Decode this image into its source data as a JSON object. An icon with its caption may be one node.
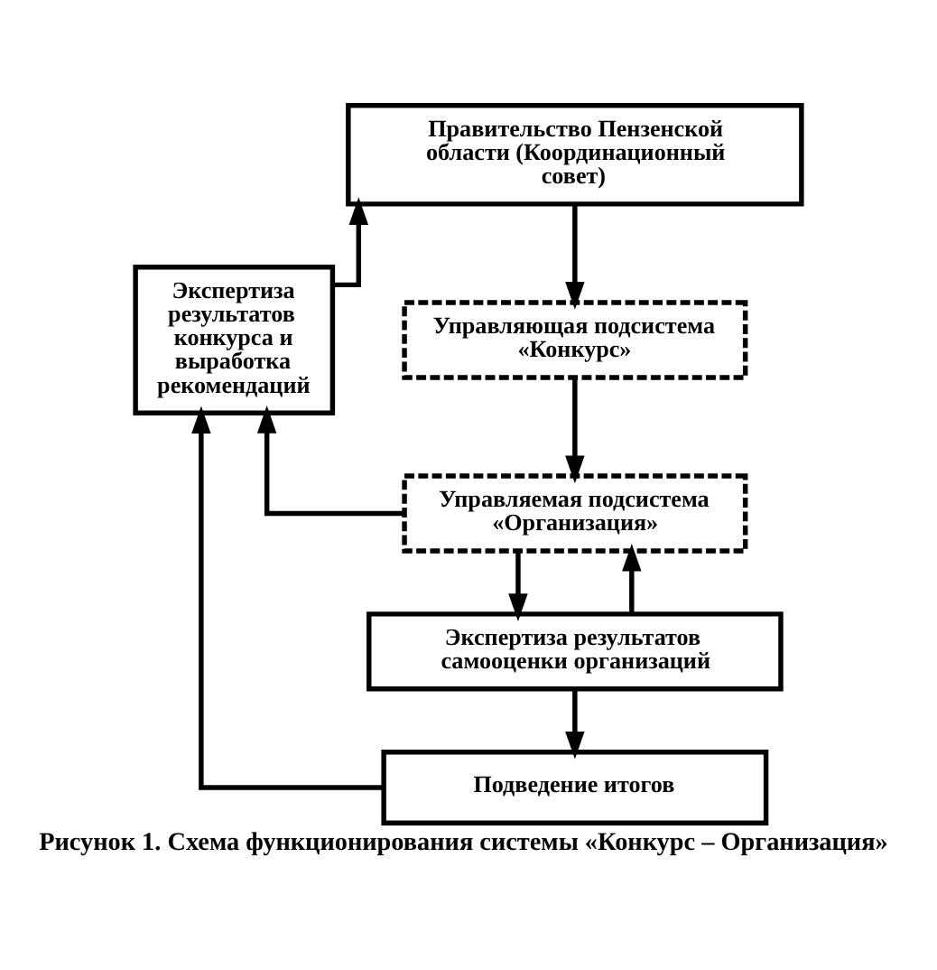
{
  "diagram": {
    "caption": "Рисунок 1. Схема функционирования системы «Конкурс – Организация»",
    "nodes": [
      {
        "text": [
          "Правительство Пензенской области (Координационный совет)"
        ]
      },
      {
        "text": [
          "Управляющая подсистема «Конкурс»"
        ]
      },
      {
        "text": [
          "Управляемая подсистема «Организация»"
        ]
      },
      {
        "text": [
          "Экспертиза результатов самооценки организаций"
        ]
      },
      {
        "text": [
          "Подведение итогов"
        ]
      },
      {
        "text": [
          "Экспертиза результатов конкурса и выработка рекомендаций"
        ]
      }
    ],
    "edges": [
      {
        "from": 5,
        "to": 0,
        "arrow": "to"
      },
      {
        "from": 0,
        "to": 1,
        "arrow": "to"
      },
      {
        "from": 1,
        "to": 2,
        "arrow": "to"
      },
      {
        "from": 2,
        "to": 3,
        "arrow": "to"
      },
      {
        "from": 2,
        "to": 5,
        "arrow": "to"
      },
      {
        "from": 3,
        "to": 4,
        "arrow": "to"
      },
      {
        "from": 3,
        "to": 2,
        "arrow": "to"
      },
      {
        "from": 4,
        "to": 5,
        "arrow": "to"
      }
    ]
  }
}
